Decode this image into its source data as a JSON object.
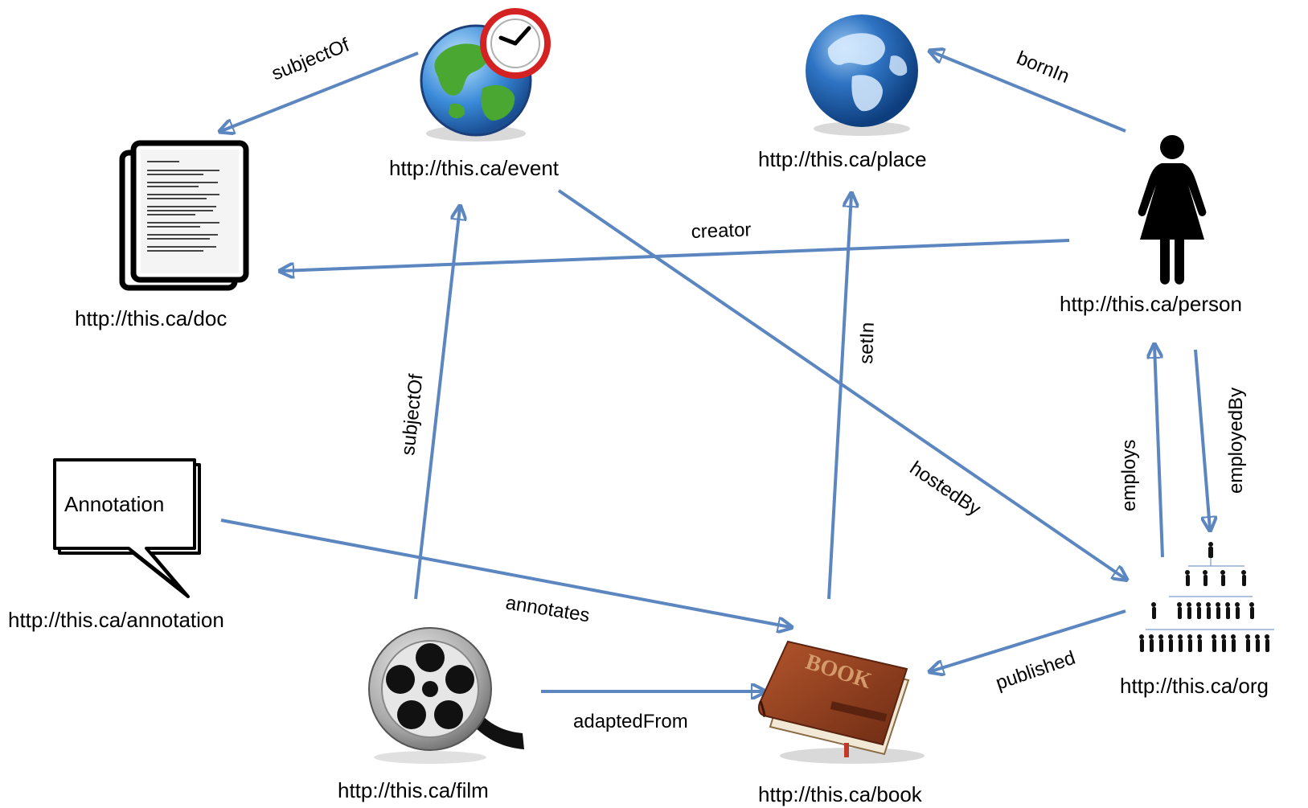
{
  "nodes": {
    "doc": "http://this.ca/doc",
    "event": "http://this.ca/event",
    "place": "http://this.ca/place",
    "person": "http://this.ca/person",
    "annotation": "http://this.ca/annotation",
    "film": "http://this.ca/film",
    "book": "http://this.ca/book",
    "org": "http://this.ca/org"
  },
  "annotation_bubble": "Annotation",
  "book_cover": "BOOK",
  "edges": {
    "event_doc": "subjectOf",
    "person_place": "bornIn",
    "person_doc": "creator",
    "film_event": "subjectOf",
    "book_place": "setIn",
    "event_org": "hostedBy",
    "org_person": "employs",
    "person_org": "employedBy",
    "annotation_book": "annotates",
    "film_book": "adaptedFrom",
    "org_book": "published"
  },
  "colors": {
    "edge": "#5b86c0",
    "book": "#8a3b1e",
    "globe_ocean": "#1f5fae"
  }
}
